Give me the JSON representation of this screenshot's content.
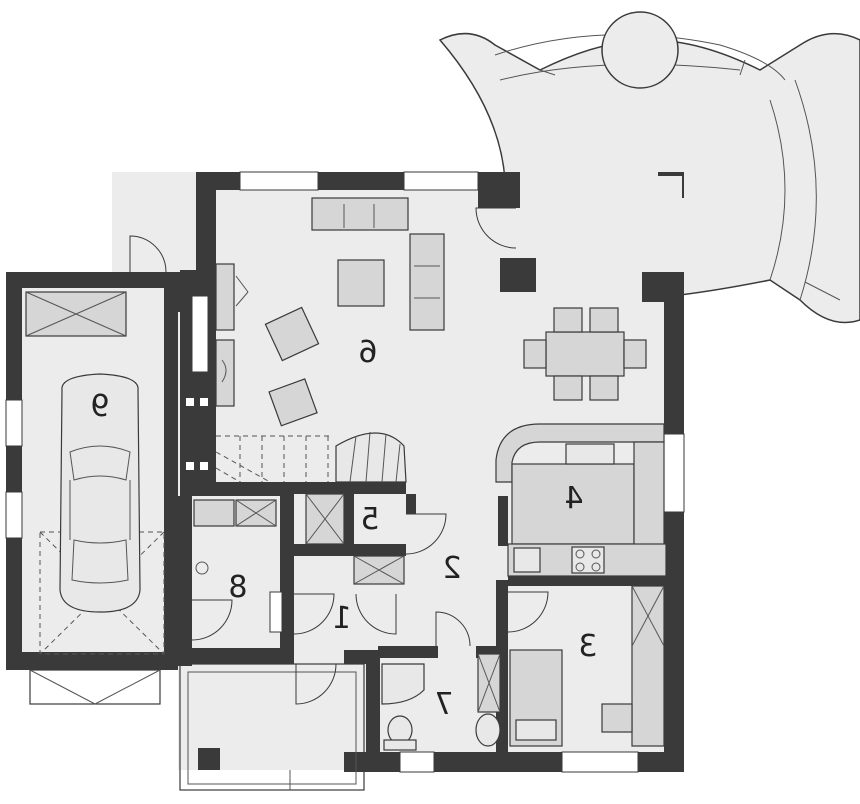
{
  "plan": {
    "rooms": [
      {
        "id": "1",
        "label": "1"
      },
      {
        "id": "2",
        "label": "2"
      },
      {
        "id": "3",
        "label": "3"
      },
      {
        "id": "4",
        "label": "4"
      },
      {
        "id": "5",
        "label": "5"
      },
      {
        "id": "6",
        "label": "6"
      },
      {
        "id": "7",
        "label": "7"
      },
      {
        "id": "8",
        "label": "8"
      },
      {
        "id": "9",
        "label": "9"
      }
    ],
    "label_orientation": "mirrored"
  }
}
